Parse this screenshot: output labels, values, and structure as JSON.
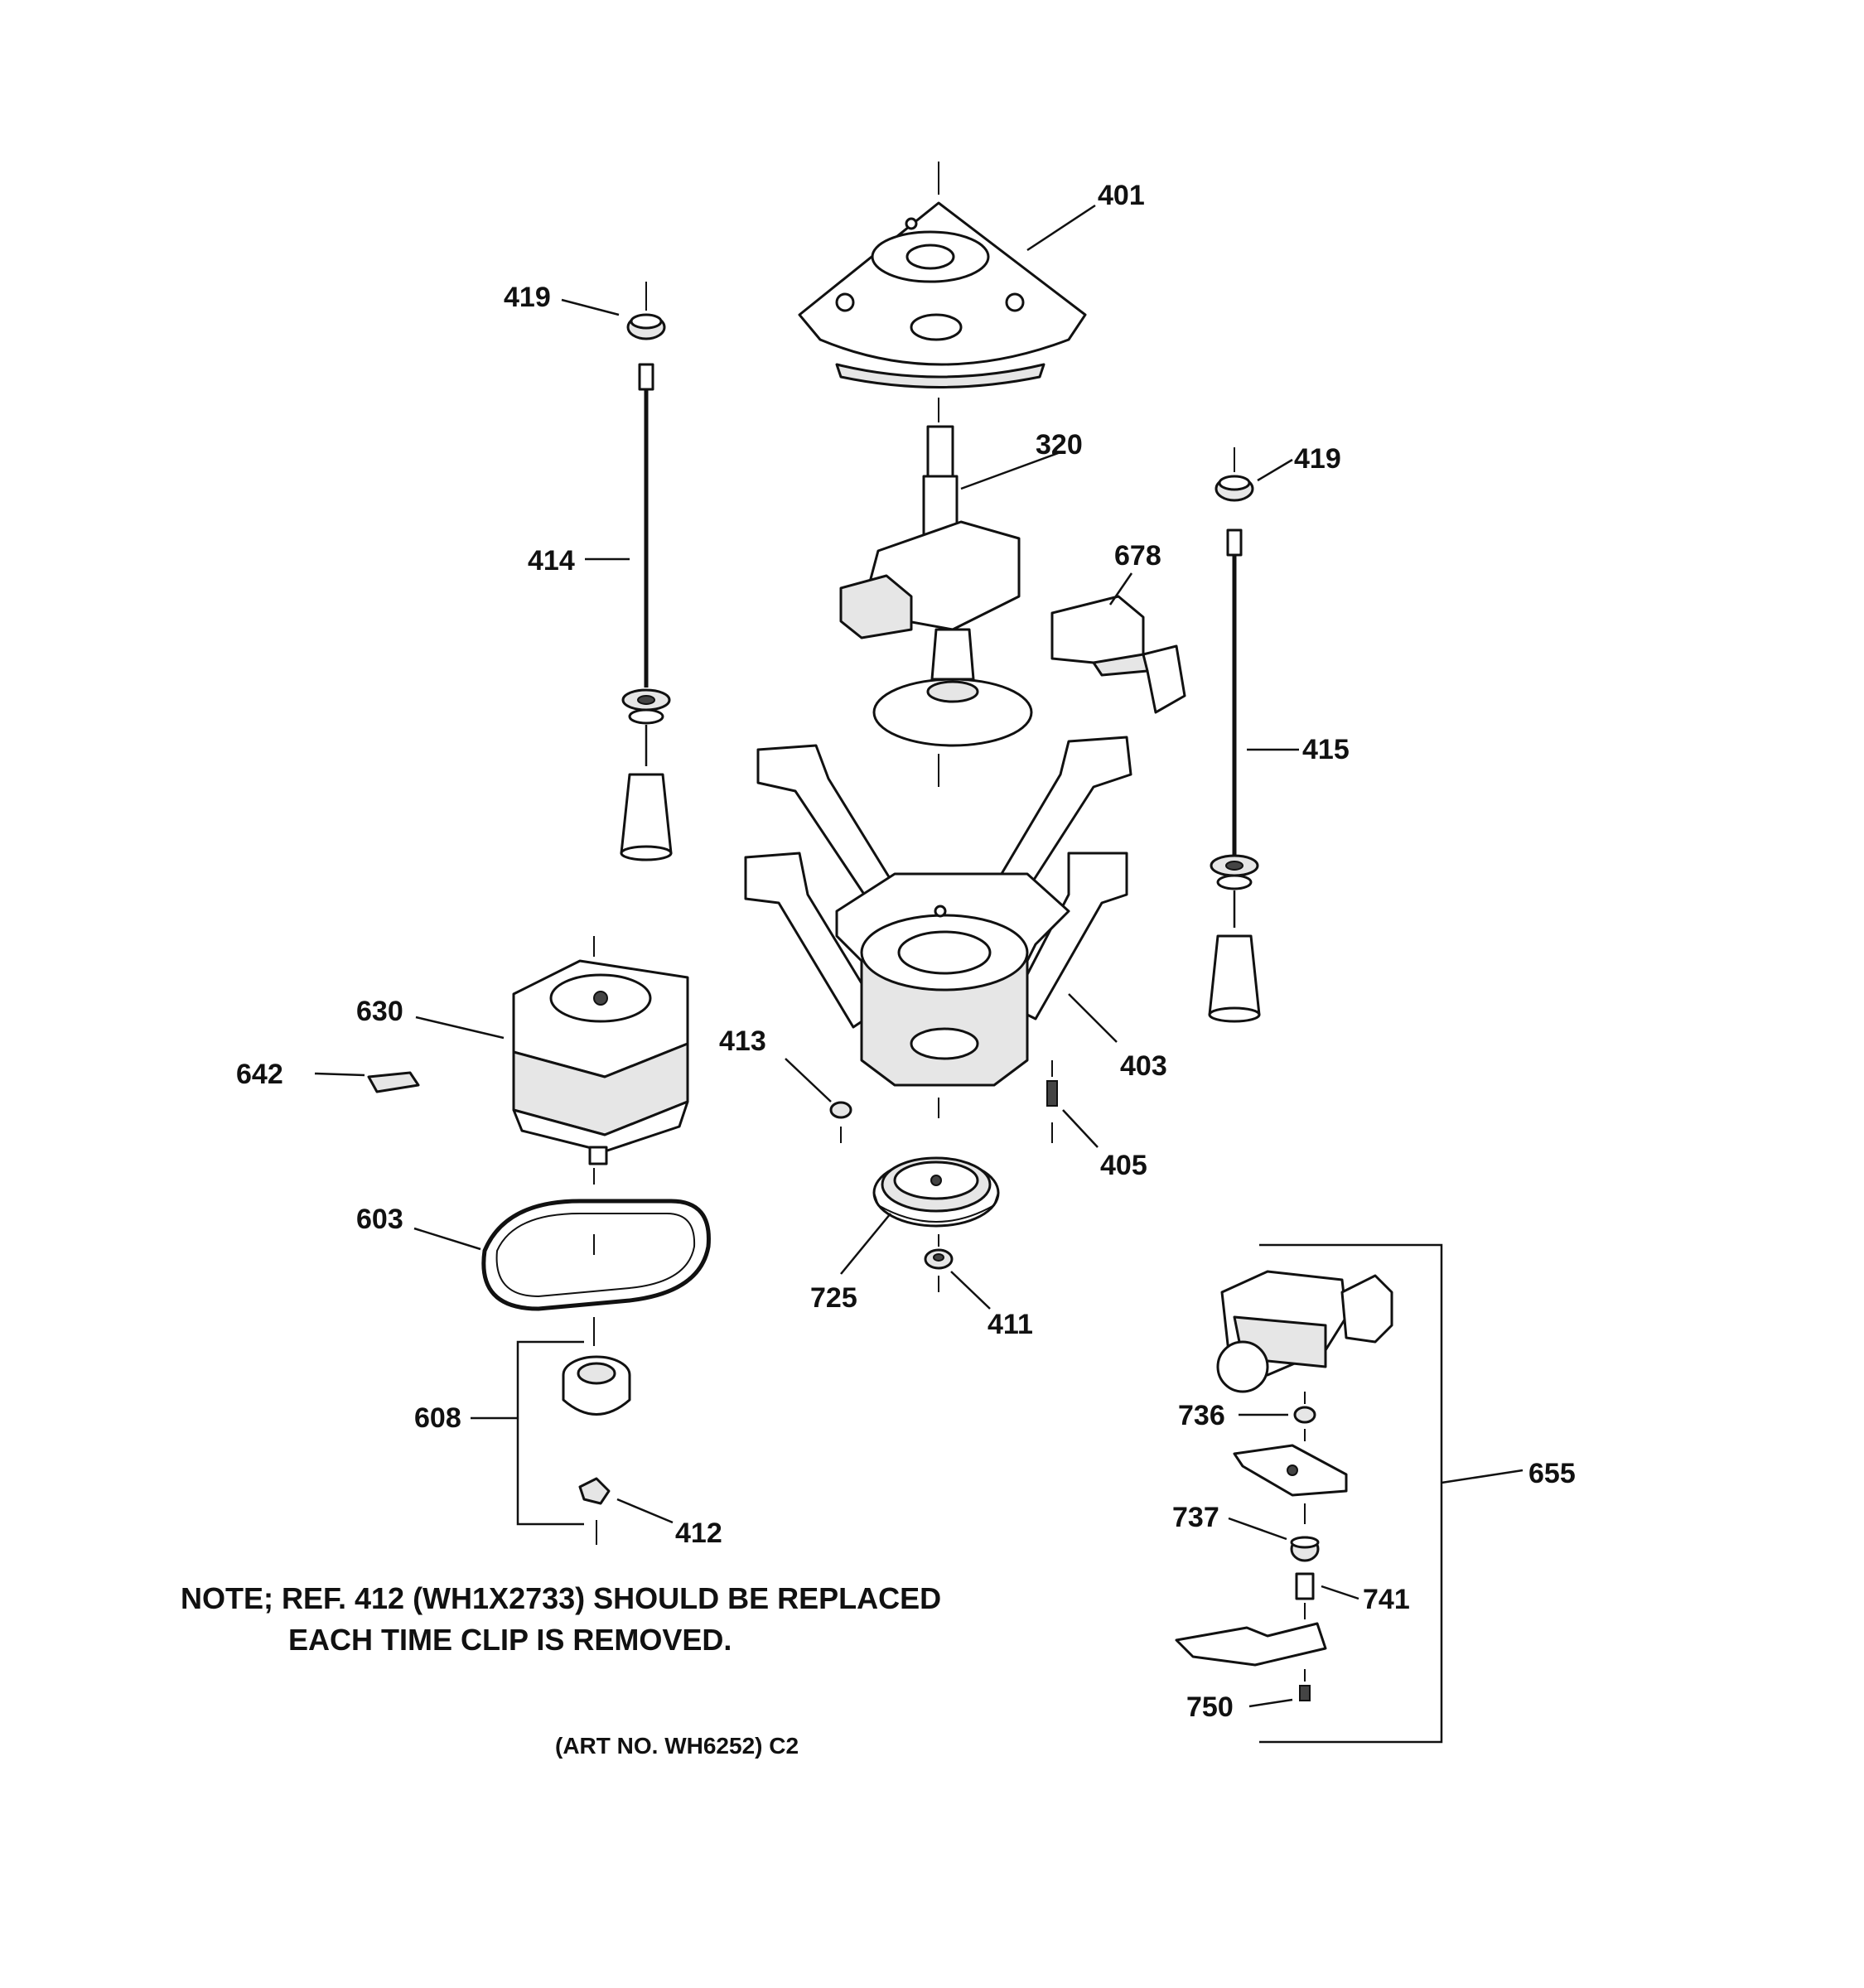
{
  "callouts": {
    "c401": "401",
    "c419a": "419",
    "c419b": "419",
    "c320": "320",
    "c414": "414",
    "c678": "678",
    "c415": "415",
    "c630": "630",
    "c413": "413",
    "c403": "403",
    "c642": "642",
    "c405": "405",
    "c603": "603",
    "c725": "725",
    "c411": "411",
    "c608": "608",
    "c412": "412",
    "c736": "736",
    "c655": "655",
    "c737": "737",
    "c741": "741",
    "c750": "750"
  },
  "note": {
    "line1": "NOTE; REF. 412 (WH1X2733) SHOULD BE REPLACED",
    "line2": "EACH TIME CLIP IS REMOVED."
  },
  "art_number": "(ART NO. WH6252) C2"
}
